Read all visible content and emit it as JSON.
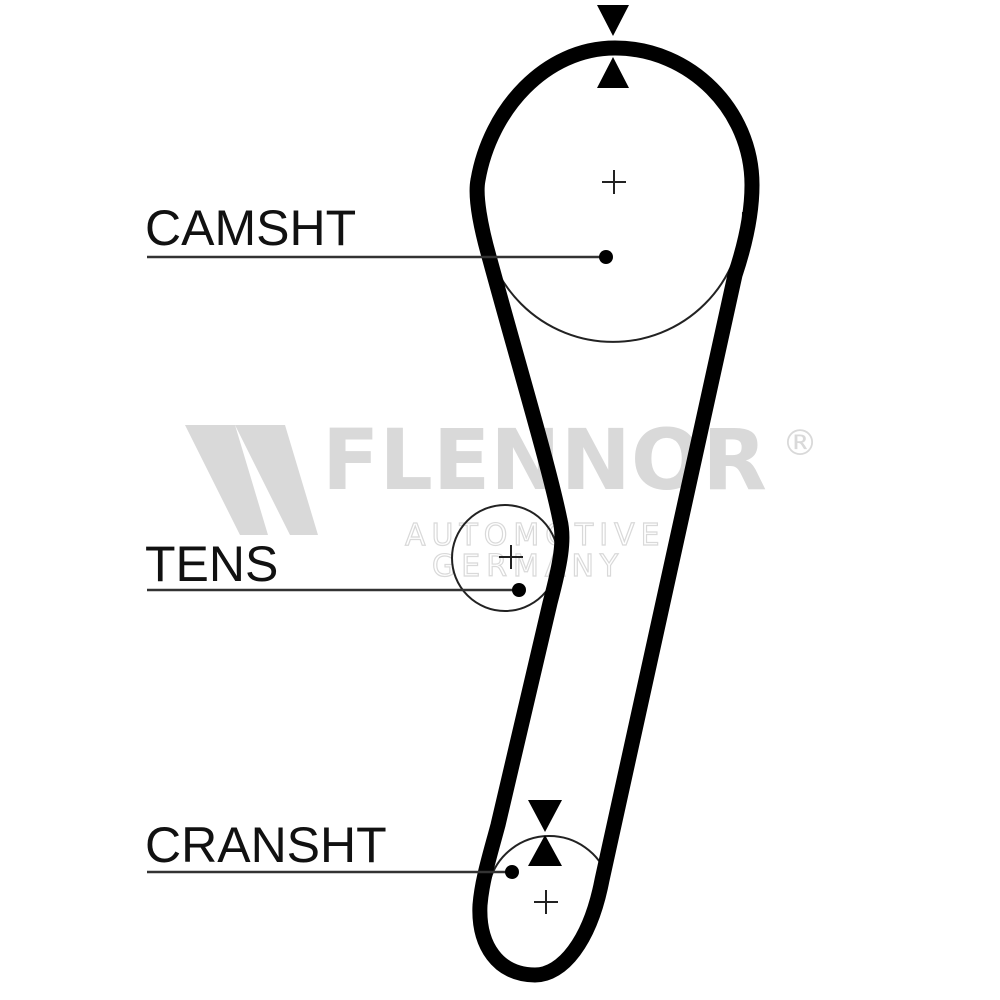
{
  "labels": {
    "camshaft": "CAMSHT",
    "tensioner": "TENS",
    "crankshaft": "CRANSHT"
  },
  "watermark": {
    "brand": "FLENNOR",
    "registered": "®",
    "line1": "AUTOMOTIVE",
    "line2": "GERMANY"
  },
  "colors": {
    "belt": "#000000",
    "pulley_outline": "#222222",
    "label_line": "#333333",
    "watermark": "#d9d9d9"
  }
}
